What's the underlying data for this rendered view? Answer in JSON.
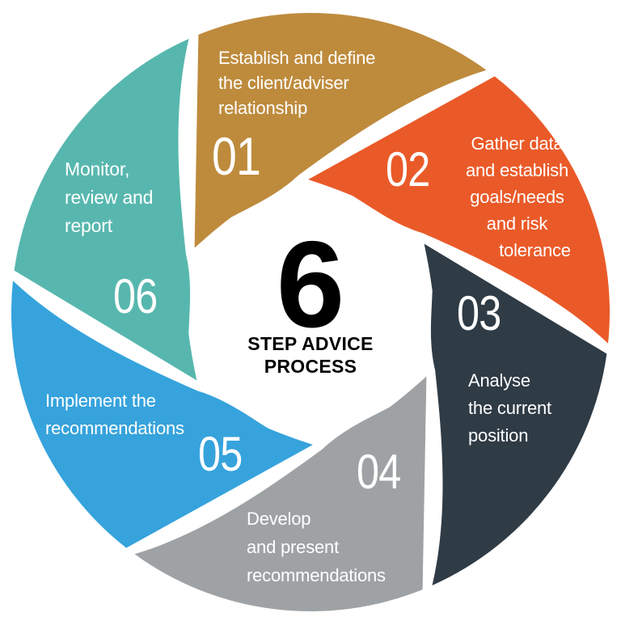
{
  "title": "6 Step Advice Process",
  "center": {
    "number": "6",
    "subtitle_line1": "STEP ADVICE",
    "subtitle_line2": "PROCESS",
    "text_color": "#000000",
    "background_color": "#FFFFFF"
  },
  "label_text_color": "#FFFFFF",
  "blades": [
    {
      "step": "01",
      "color": "#BE8B3D",
      "lines": [
        "Establish and define",
        "the client/adviser",
        "relationship"
      ]
    },
    {
      "step": "02",
      "color": "#EA5A29",
      "lines": [
        "Gather data",
        "and establish",
        "goals/needs",
        "and risk",
        "tolerance"
      ]
    },
    {
      "step": "03",
      "color": "#2F3B45",
      "lines": [
        "Analyse",
        "the current",
        "position"
      ]
    },
    {
      "step": "04",
      "color": "#9FA2A4",
      "lines": [
        "Develop",
        "and present",
        "recommendations"
      ]
    },
    {
      "step": "05",
      "color": "#36A3DC",
      "lines": [
        "Implement the",
        "recommendations"
      ]
    },
    {
      "step": "06",
      "color": "#57B7AE",
      "lines": [
        "Monitor,",
        "review and",
        "report"
      ]
    }
  ]
}
